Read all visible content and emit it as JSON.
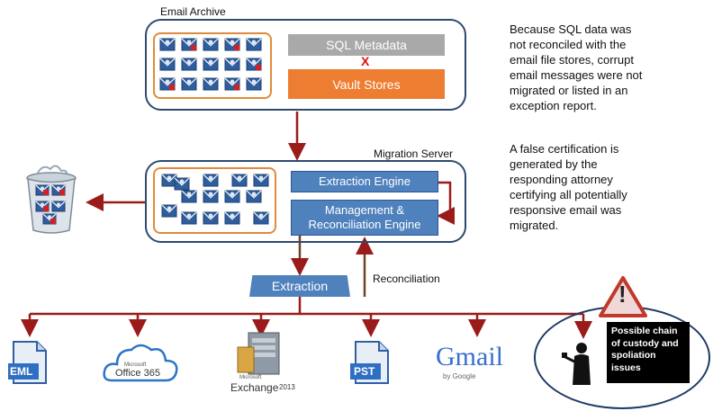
{
  "archive": {
    "title": "Email Archive",
    "sql_label": "SQL Metadata",
    "vault_label": "Vault Stores",
    "x_mark": "X"
  },
  "migration": {
    "title": "Migration Server",
    "extraction_engine": "Extraction Engine",
    "reconciliation_engine_line1": "Management &",
    "reconciliation_engine_line2": "Reconciliation Engine"
  },
  "flow": {
    "extraction_label": "Extraction",
    "reconciliation_label": "Reconciliation"
  },
  "note": {
    "para1": [
      "Because SQL data was",
      "not reconciled with the",
      "email file stores,  corrupt",
      "email messages were not",
      "migrated or listed in an",
      "exception report."
    ],
    "para2": [
      "A false certification is",
      "generated by the",
      "responding attorney",
      "certifying all potentially",
      "responsive email was",
      "migrated."
    ]
  },
  "targets": {
    "eml": "EML",
    "office365_small": "Microsoft",
    "office365": "Office 365",
    "pst": "PST",
    "exchange_small": "Microsoft",
    "exchange": "Exchange",
    "exchange_year": "2013",
    "gmail": "Gmail",
    "gmail_by": "by Google"
  },
  "callout": {
    "lines": [
      "Possible chain",
      "of custody and",
      "spoliation",
      "issues"
    ],
    "warning": "!"
  },
  "colors": {
    "arrow": "#9b1b1b",
    "blue": "#4f81bd",
    "orange": "#ed7d31",
    "navy": "#1f3a66"
  }
}
